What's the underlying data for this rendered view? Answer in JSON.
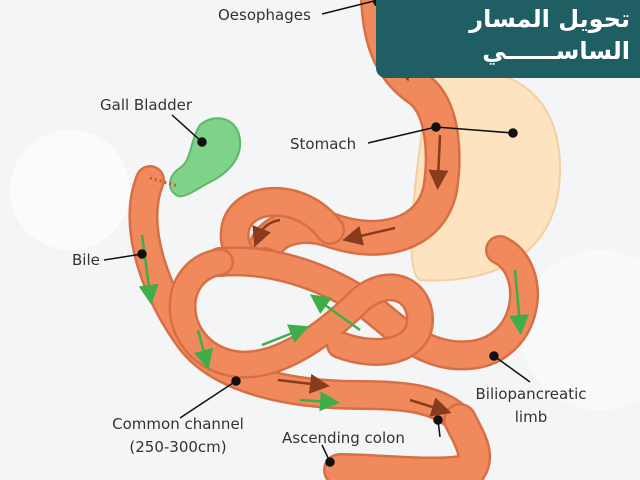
{
  "banner": {
    "line1": "تحويل المسار",
    "line2": "الساســــــي"
  },
  "labels": {
    "oesophages": "Oesophages",
    "gall_bladder": "Gall Bladder",
    "stomach": "Stomach",
    "bile": "Bile",
    "common_channel": "Common channel",
    "common_channel_length": "(250-300cm)",
    "ascending_colon": "Ascending colon",
    "biliopancreatic_1": "Biliopancreatic",
    "biliopancreatic_2": "limb"
  },
  "colors": {
    "intestine": "#f08a5d",
    "intestine_edge": "#d86f44",
    "stomach_remnant": "#fde3bf",
    "gall_bladder": "#7fd389",
    "arrow_brown": "#8a3b1c",
    "arrow_green": "#3fae49",
    "banner": "#1f5e63"
  }
}
